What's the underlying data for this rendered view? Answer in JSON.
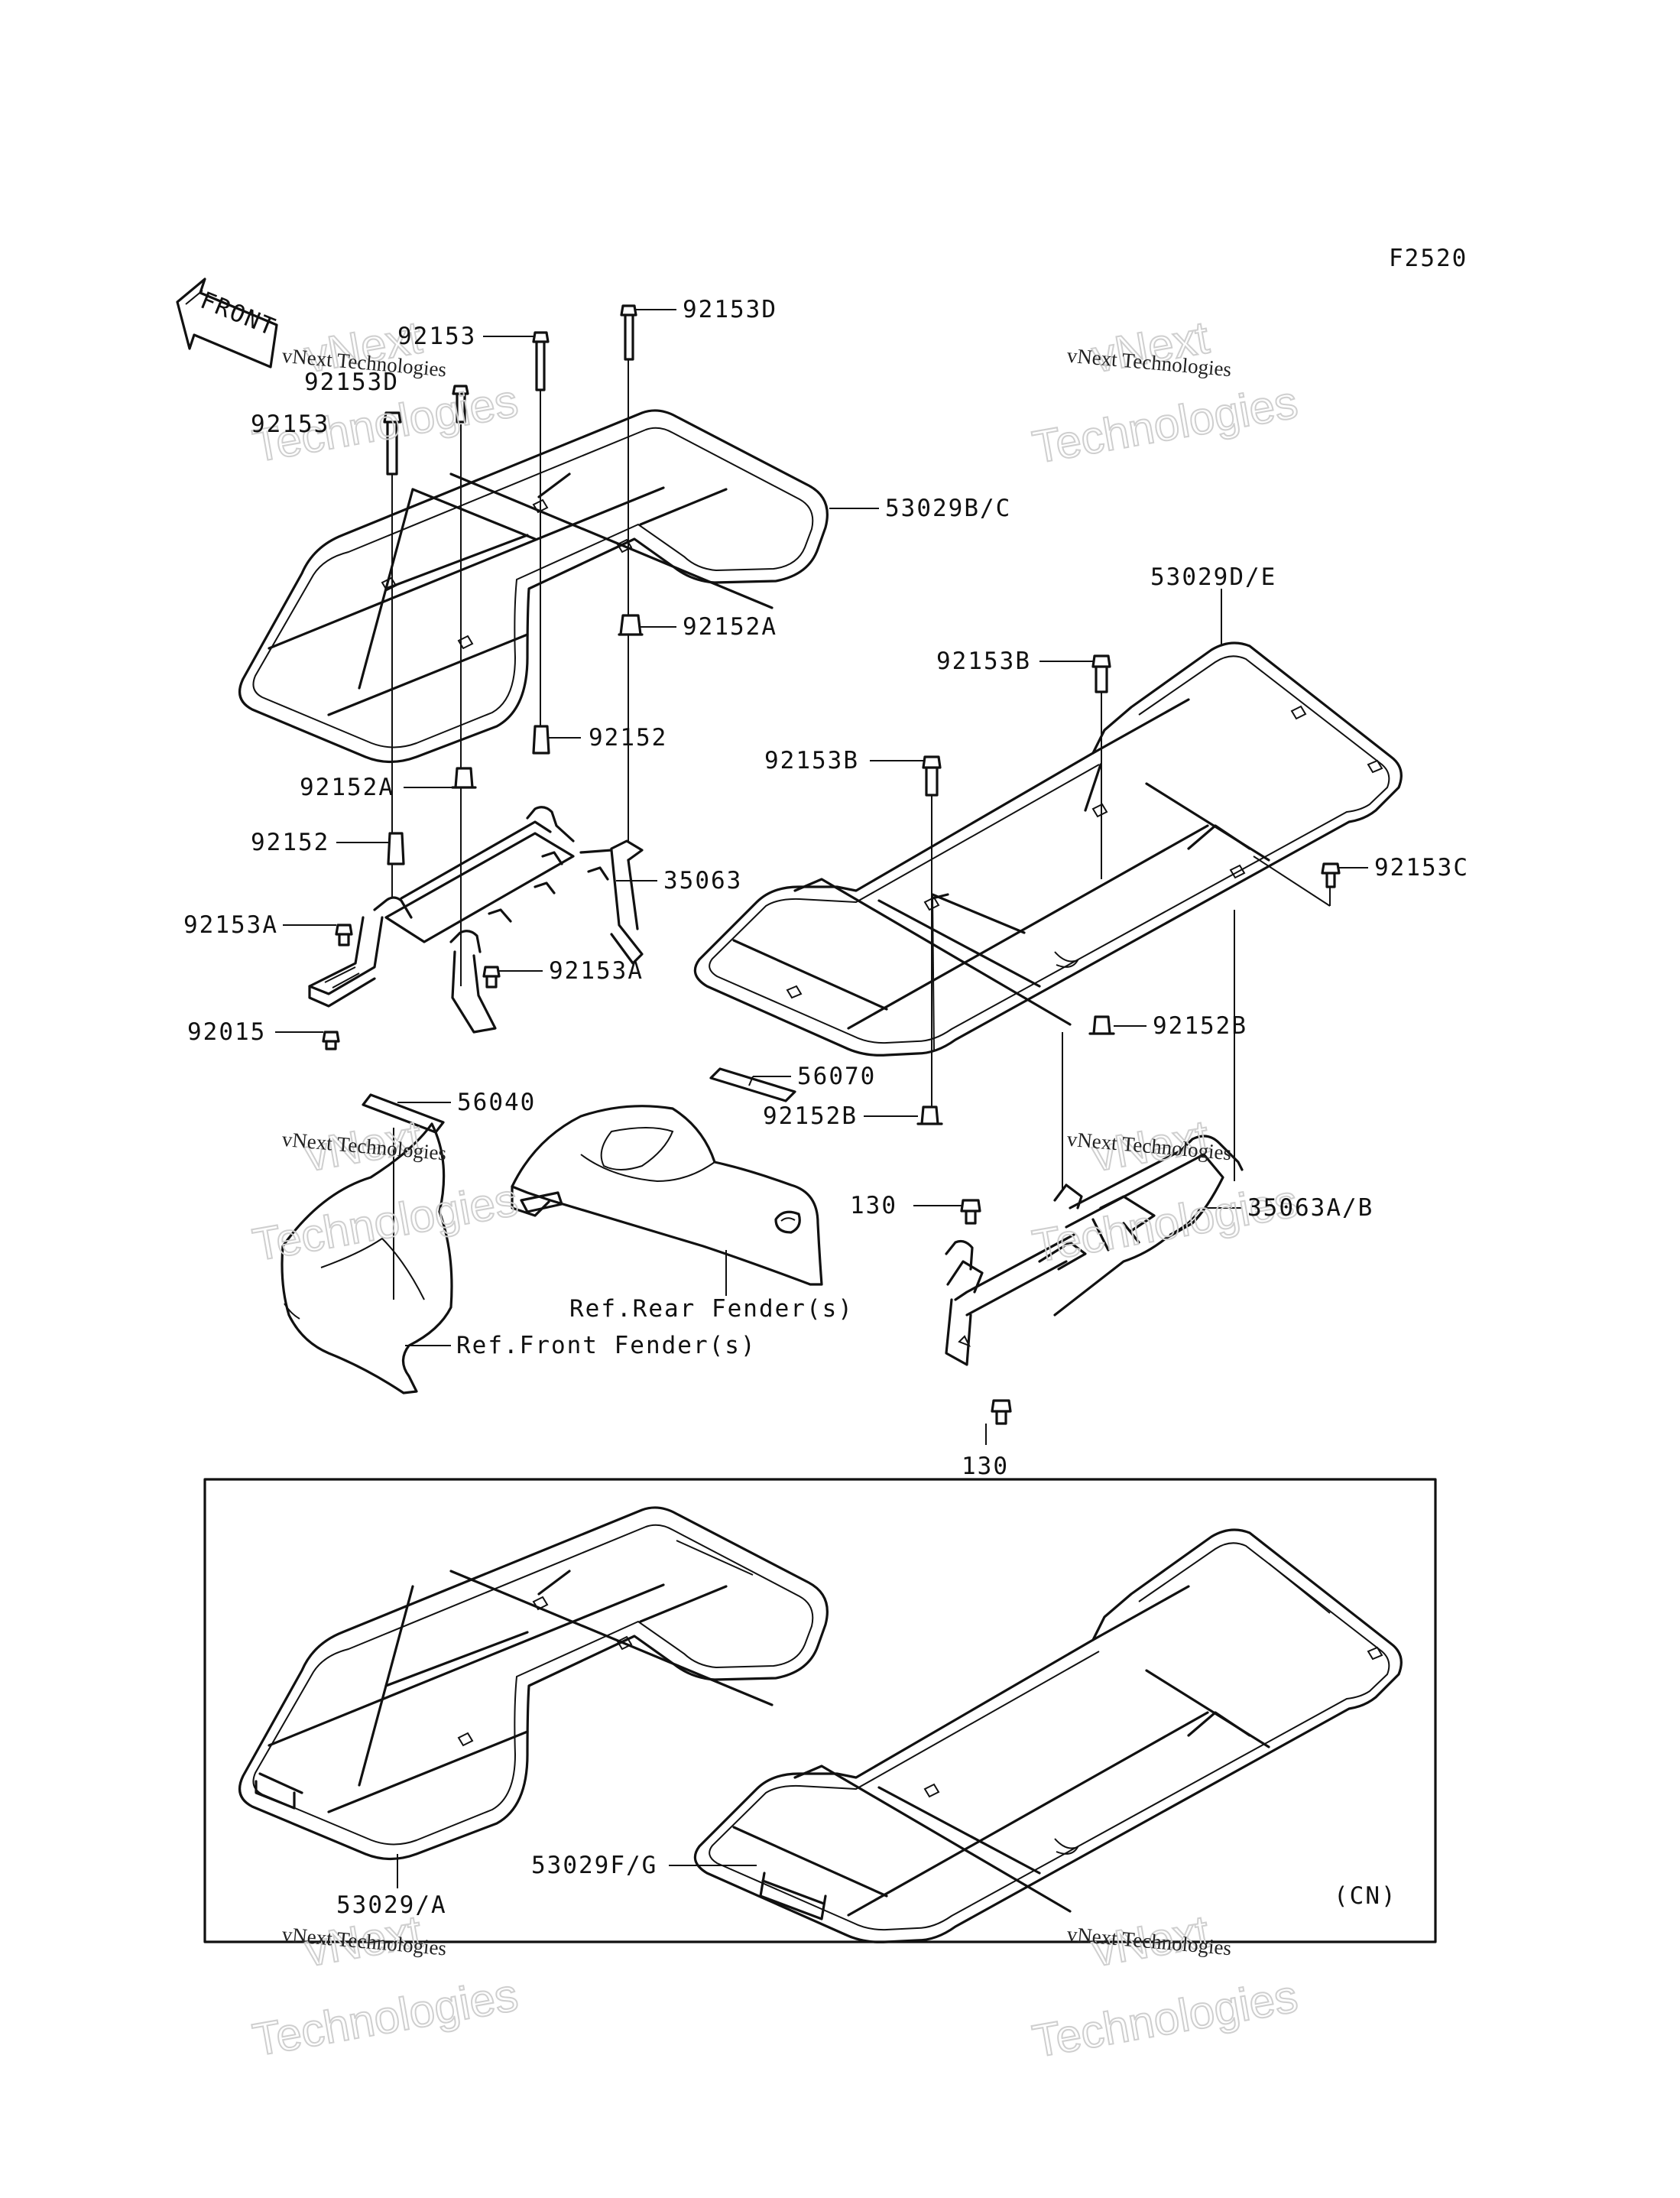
{
  "figure_code": "F2520",
  "front_arrow": {
    "label": "FRONT",
    "icon": "front-direction-arrow-icon"
  },
  "watermark": {
    "line1": "vNext Technologies",
    "line2": "Technologies",
    "line3": "vNext"
  },
  "labels": {
    "p92153D_top": "92153D",
    "p92153_top": "92153",
    "p92153D_left": "92153D",
    "p92153_left": "92153",
    "p53029BC": "53029B/C",
    "p92152A_right": "92152A",
    "p92152_mid": "92152",
    "p92152A_left": "92152A",
    "p92152_left": "92152",
    "p35063": "35063",
    "p92153A_left": "92153A",
    "p92153A_right": "92153A",
    "p92015": "92015",
    "p53029DE": "53029D/E",
    "p92153B_top": "92153B",
    "p92153B_left": "92153B",
    "p92153C": "92153C",
    "p92152B_right": "92152B",
    "p92152B_left": "92152B",
    "p56040": "56040",
    "p56070": "56070",
    "p130_top": "130",
    "p130_bottom": "130",
    "p35063AB": "35063A/B",
    "ref_rear": "Ref.Rear Fender(s)",
    "ref_front": "Ref.Front Fender(s)",
    "p53029FG": "53029F/G",
    "p53029A": "53029/A",
    "cn": "(CN)"
  }
}
